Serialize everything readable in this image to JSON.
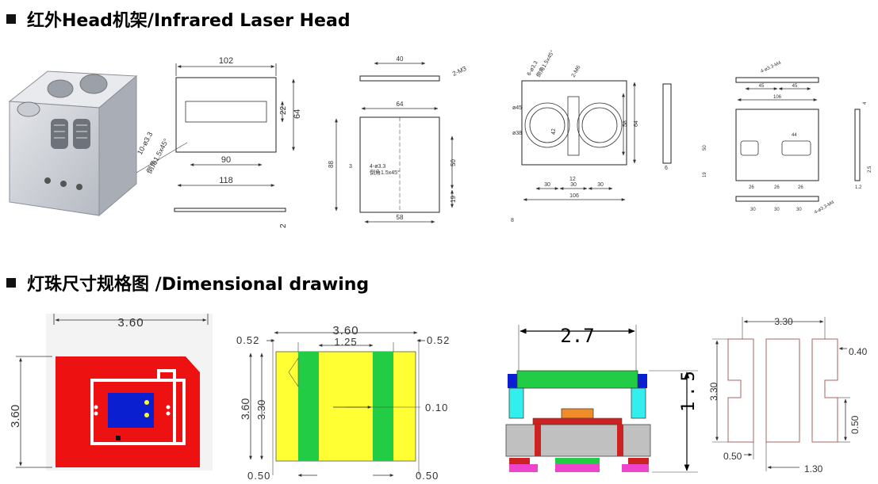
{
  "sections": {
    "head_title": "红外Head机架/Infrared Laser Head",
    "dim_title": "灯珠尺寸规格图 /Dimensional drawing"
  },
  "d1": {
    "w102": "102",
    "h22": "22",
    "h64": "64",
    "w90": "90",
    "w118": "118",
    "holes": "10-ø3.3",
    "chamfer": "倒角1.5x45°",
    "t2": "2"
  },
  "d2": {
    "w40": "40",
    "m3": "2-M3",
    "w64": "64",
    "h88": "88",
    "h50": "50",
    "h19": "19",
    "w58": "58",
    "d3": "3",
    "holes": "4-ø3.3",
    "chamfer": "倒角1.5x45°"
  },
  "d3": {
    "holes": "6-ø3.3",
    "chamfer": "倒角1.5x45°",
    "m6": "2-M6",
    "r45": "ø45",
    "r38": "ø38",
    "r42": "42",
    "h58": "58",
    "h64": "64",
    "w12": "12",
    "w30a": "30",
    "w30b": "30",
    "w30c": "30",
    "w106": "106",
    "d8": "8",
    "d6": "6"
  },
  "d4": {
    "m4t": "4-ø3.3-M4",
    "w45a": "45",
    "w45b": "45",
    "w106": "106",
    "w44": "44",
    "h50": "50",
    "h19": "19",
    "w26a": "26",
    "w26b": "26",
    "w26c": "26",
    "w30a": "30",
    "w30b": "30",
    "w30c": "30",
    "m4b": "4-ø3.3-M4",
    "h4": "4",
    "h25": "2.5",
    "h12": "1.2"
  },
  "led_a": {
    "w": "3.60",
    "h": "3.60"
  },
  "led_b": {
    "w": "3.60",
    "h_out": "3.60",
    "h_in": "3.30",
    "l052": "0.52",
    "r052": "0.52",
    "c125": "1.25",
    "p010": "0.10",
    "b050a": "0.50",
    "b050b": "0.50"
  },
  "led_c": {
    "w": "2.7",
    "h": "1.5"
  },
  "led_d": {
    "w": "3.30",
    "h": "3.30",
    "r040": "0.40",
    "r050": "0.50",
    "b050": "0.50",
    "b130": "1.30"
  },
  "colors": {
    "red": "#ee1111",
    "blue": "#0a1fd0",
    "yellow": "#ffff33",
    "green": "#22cc44",
    "cyan": "#33eeee",
    "gray": "#c0c0c0",
    "pink": "#ee44cc",
    "orange": "#f08c28"
  }
}
